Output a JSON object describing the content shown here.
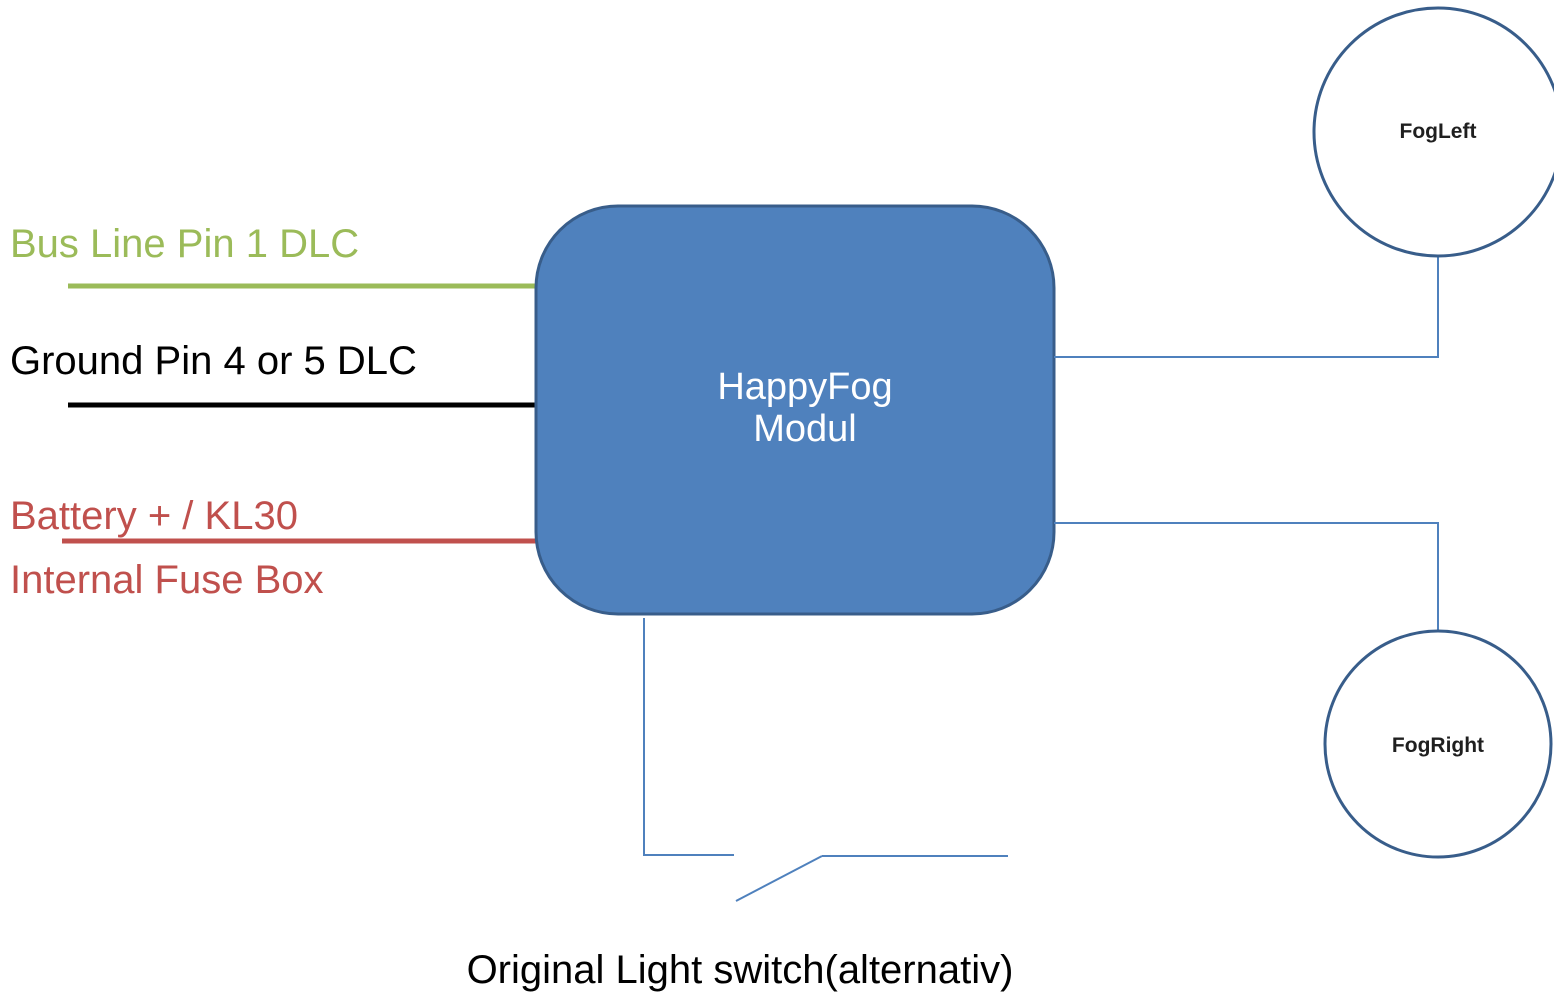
{
  "module": {
    "line1": "HappyFog",
    "line2": "Modul",
    "fill_color": "#4f81bd",
    "border_color": "#385d8a"
  },
  "wires": {
    "bus": {
      "label": "Bus Line Pin 1 DLC",
      "color": "#9bbb59"
    },
    "ground": {
      "label": "Ground Pin 4 or 5 DLC",
      "color": "#000000"
    },
    "battery": {
      "line1": "Battery + / KL30",
      "line2": "Internal Fuse Box",
      "color": "#c0504d"
    }
  },
  "lamps": {
    "left": {
      "label": "FogLeft"
    },
    "right": {
      "label": "FogRight"
    }
  },
  "switch": {
    "label": "Original Light switch(alternativ)"
  },
  "connector_color": "#4f81bd"
}
